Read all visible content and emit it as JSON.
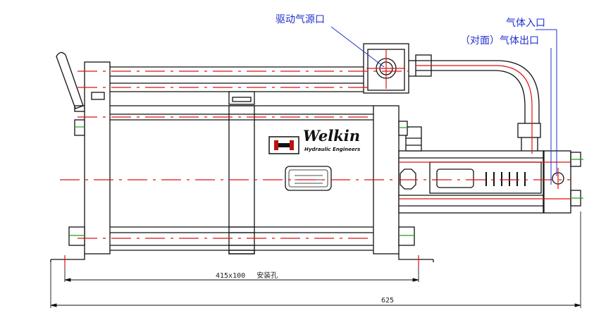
{
  "annotations": {
    "drive_air_inlet": "驱动气源口",
    "gas_inlet": "气体入口",
    "gas_outlet_opposite": "（对面）气体出口"
  },
  "dimensions": {
    "mount_holes_value": "415x100",
    "mount_holes_label": "安装孔",
    "overall_length": "625"
  },
  "logo": {
    "brand": "Welkin",
    "tagline": "Hydraulic Engineers"
  },
  "colors": {
    "outline": "#111111",
    "centerline": "#e01010",
    "leader": "#1f2fd0",
    "ground_mark": "#1aa01a"
  }
}
